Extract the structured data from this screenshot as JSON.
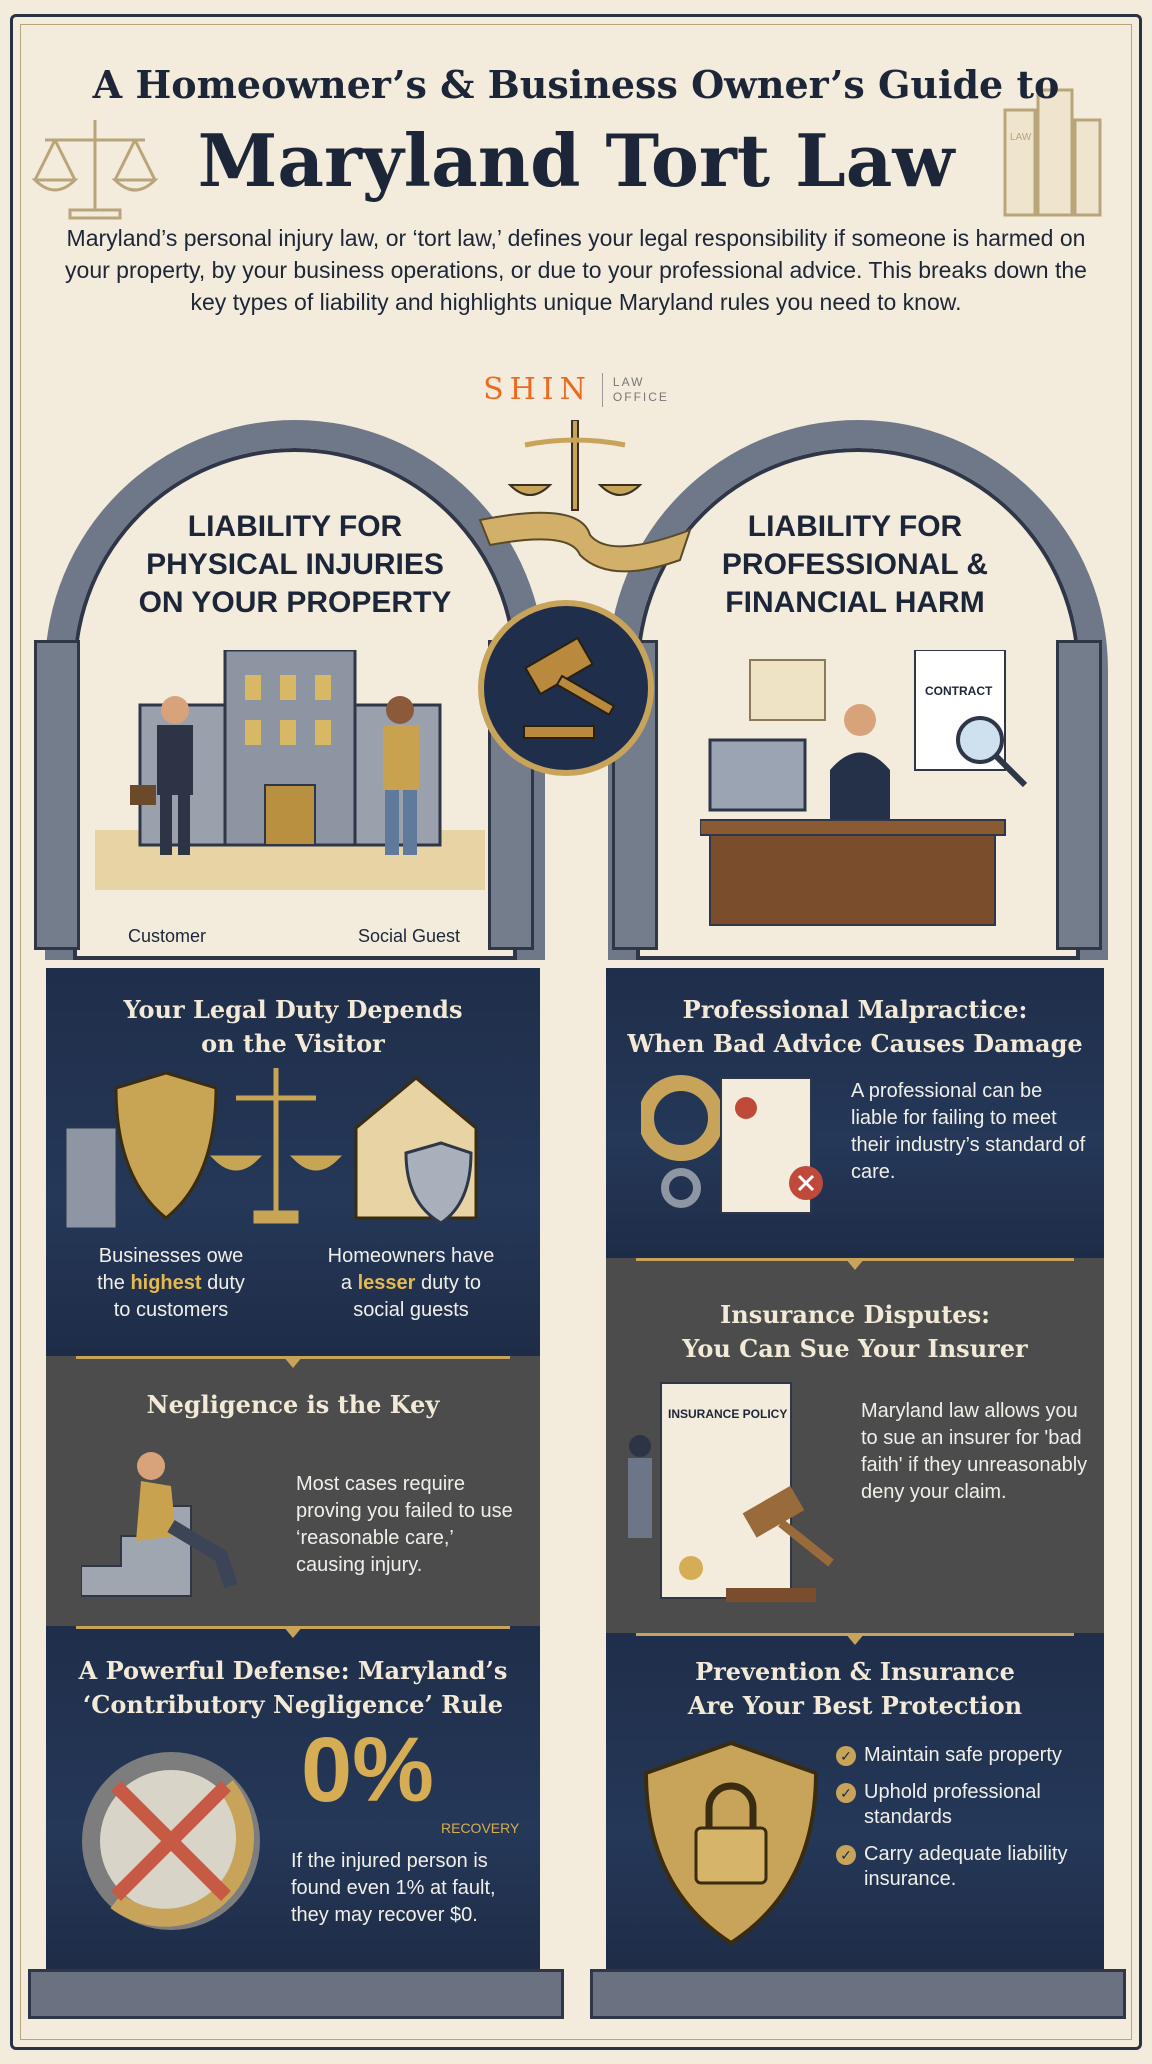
{
  "header": {
    "title_line1": "A Homeowner’s & Business Owner’s Guide to",
    "title_line2": "Maryland Tort Law",
    "intro": "Maryland’s personal injury law, or ‘tort law,’ defines your legal responsibility if someone is harmed on your property, by your business operations, or due to your professional advice. This breaks down the key types of liability and highlights unique Maryland rules you need to know.",
    "logo": {
      "name": "SHIN",
      "sub1": "LAW",
      "sub2": "OFFICE"
    },
    "books_label": "LAW"
  },
  "left": {
    "heading_lines": [
      "LIABILITY FOR",
      "PHYSICAL INJURIES",
      "ON YOUR PROPERTY"
    ],
    "labels": [
      "Customer",
      "Social Guest"
    ],
    "sections": [
      {
        "title_lines": [
          "Your Legal Duty Depends",
          "on the Visitor"
        ],
        "col1": [
          "Businesses owe",
          "the ",
          "highest",
          " duty",
          "to customers"
        ],
        "col2": [
          "Homeowners have",
          "a ",
          "lesser",
          " duty to",
          "social guests"
        ]
      },
      {
        "title": "Negligence is the Key",
        "body": "Most cases require proving you failed to use ‘reasonable care,’ causing injury."
      },
      {
        "title_lines": [
          "A Powerful Defense: Maryland’s",
          "‘Contributory Negligence’ Rule"
        ],
        "big": "0%",
        "big_label": "RECOVERY",
        "body": "If the injured person is found even 1% at fault, they may recover $0."
      }
    ]
  },
  "right": {
    "heading_lines": [
      "LIABILITY FOR",
      "PROFESSIONAL &",
      "FINANCIAL HARM"
    ],
    "contract_label": "CONTRACT",
    "sections": [
      {
        "title_lines": [
          "Professional Malpractice:",
          "When Bad Advice Causes Damage"
        ],
        "body": "A professional can be liable for failing to meet their industry’s standard of care."
      },
      {
        "title_lines": [
          "Insurance Disputes:",
          "You Can Sue Your Insurer"
        ],
        "policy_label": "INSURANCE POLICY",
        "body": "Maryland law allows you to sue an insurer for 'bad faith' if they unreasonably deny your claim."
      },
      {
        "title_lines": [
          "Prevention & Insurance",
          "Are Your Best Protection"
        ],
        "checklist": [
          "Maintain safe property",
          "Uphold professional standards",
          "Carry adequate liability insurance."
        ]
      }
    ]
  },
  "colors": {
    "navy": "#1f2e4a",
    "gold": "#c7a45a",
    "orange": "#ec6a1f",
    "gray": "#4c4c4c"
  }
}
